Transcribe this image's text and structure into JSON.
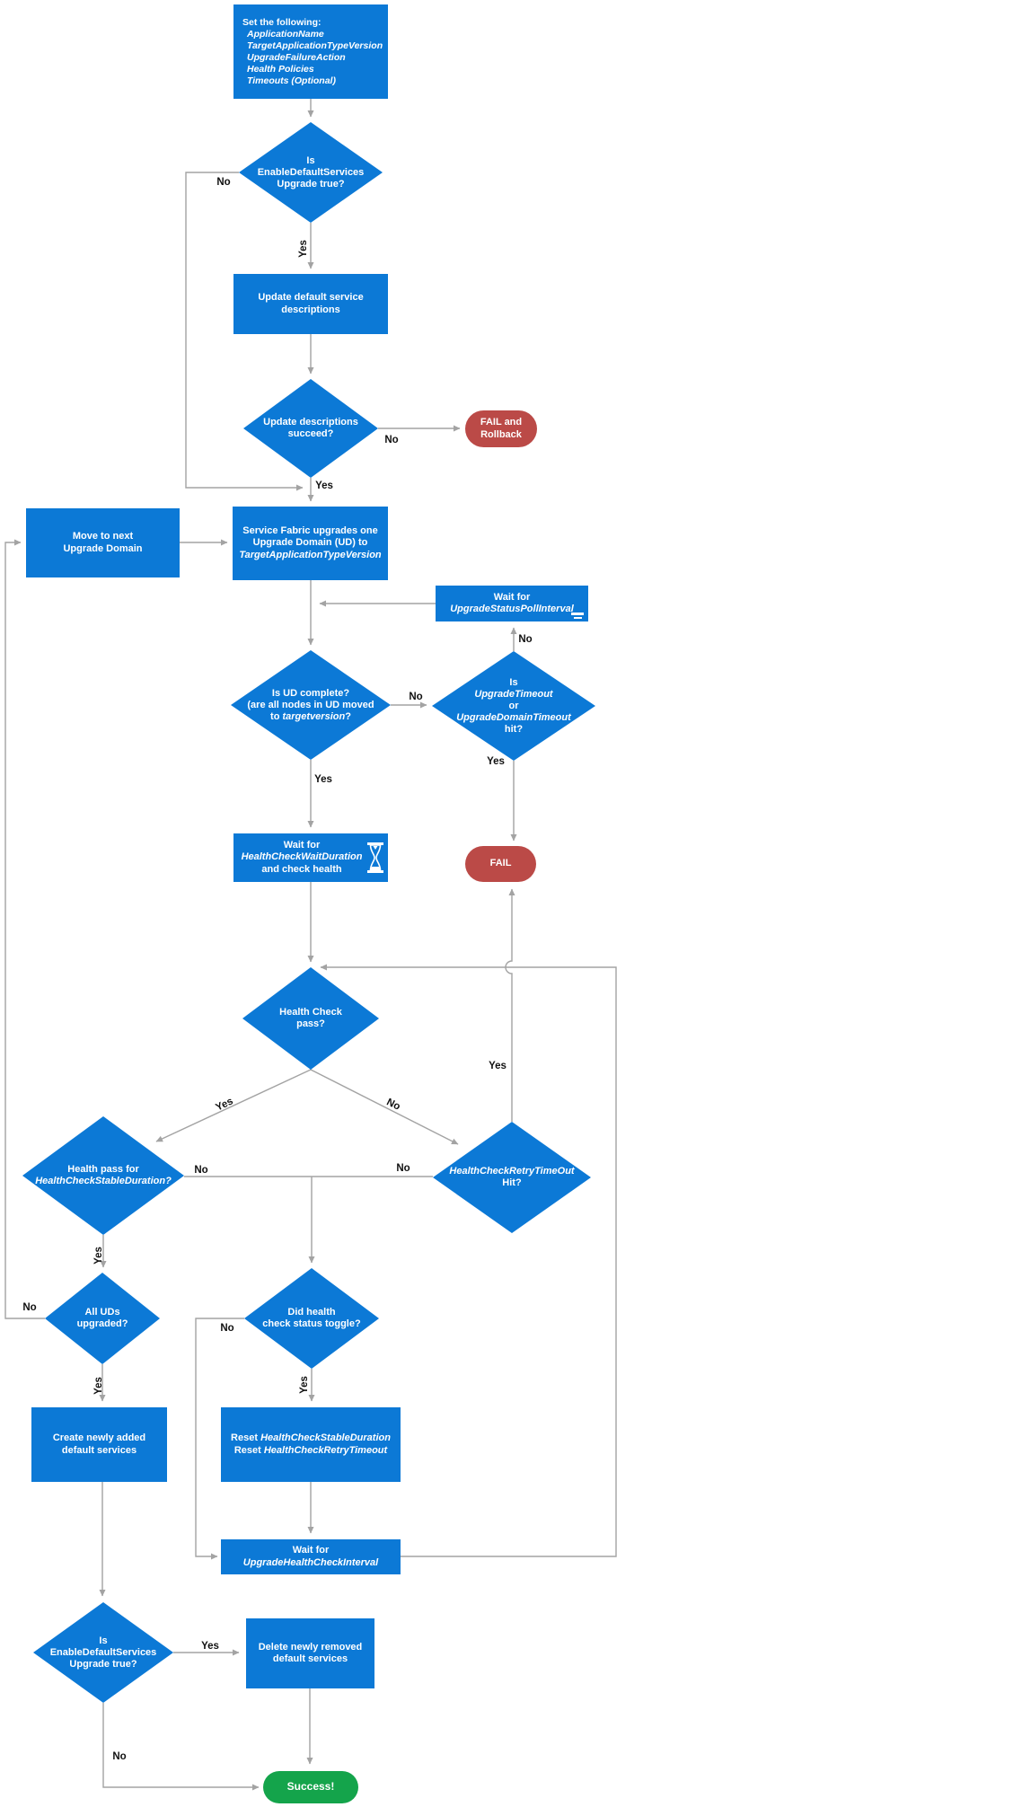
{
  "title": "Service Fabric application upgrade flowchart",
  "colors": {
    "blue": "#0c79d6",
    "red": "#bb4a47",
    "green": "#14a44b",
    "line": "#a3a3a3",
    "label": "#111111",
    "bg": "#ffffff"
  },
  "labels": {
    "yes": "Yes",
    "no": "No"
  },
  "icons": {
    "wait_health": "hourglass-icon",
    "wait_poll": "hourglass-timer-icon"
  },
  "nodes": {
    "set_following": {
      "title": "Set the following:",
      "items": [
        "ApplicationName",
        "TargetApplicationTypeVersion",
        "UpgradeFailureAction",
        "Health Policies",
        "Timeouts (Optional)"
      ]
    },
    "enable_default_1": {
      "l1": "Is",
      "l2": "EnableDefaultServices",
      "l3": "Upgrade true?"
    },
    "update_desc": {
      "l1": "Update default service",
      "l2": "descriptions"
    },
    "desc_succeed": {
      "l1": "Update descriptions",
      "l2": "succeed?"
    },
    "fail_rollback": {
      "l1": "FAIL and",
      "l2": "Rollback"
    },
    "move_next": {
      "l1": "Move to next",
      "l2": "Upgrade Domain"
    },
    "sf_upgrade": {
      "l1": "Service Fabric upgrades one",
      "l2": "Upgrade Domain (UD) to",
      "l3": "TargetApplicationTypeVersion"
    },
    "wait_poll": {
      "l1": "Wait for",
      "l2": "UpgradeStatusPollInterval"
    },
    "ud_complete": {
      "l1": "Is UD complete?",
      "l2": "(are all nodes in UD moved",
      "l3_pre": "to ",
      "l3_it": "targetversion",
      "l3_suf": "?"
    },
    "upgrade_timeout": {
      "l1": "Is",
      "l2": "UpgradeTimeout",
      "l3": "or",
      "l4": "UpgradeDomainTimeout",
      "l5": "hit?"
    },
    "wait_health": {
      "l1": "Wait for",
      "l2": "HealthCheckWaitDuration",
      "l3": "and check health"
    },
    "fail": {
      "l1": "FAIL"
    },
    "health_pass": {
      "l1": "Health Check",
      "l2": "pass?"
    },
    "stable_duration": {
      "l1": "Health pass for",
      "l2": "HealthCheckStableDuration?"
    },
    "retry_timeout": {
      "l1": "HealthCheckRetryTimeOut",
      "l2": "Hit?"
    },
    "all_uds": {
      "l1": "All UDs",
      "l2": "upgraded?"
    },
    "toggle": {
      "l1": "Did health",
      "l2": "check status toggle?"
    },
    "create_services": {
      "l1": "Create newly added",
      "l2": "default services"
    },
    "reset": {
      "l1_pre": "Reset ",
      "l1_it": "HealthCheckStableDuration",
      "l2_pre": "Reset ",
      "l2_it": "HealthCheckRetryTimeout"
    },
    "wait_interval": {
      "l1": "Wait for",
      "l2": "UpgradeHealthCheckInterval"
    },
    "delete_services": {
      "l1": "Delete newly removed",
      "l2": "default services"
    },
    "enable_default_2": {
      "l1": "Is",
      "l2": "EnableDefaultServices",
      "l3": "Upgrade true?"
    },
    "success": {
      "l1": "Success!"
    }
  }
}
